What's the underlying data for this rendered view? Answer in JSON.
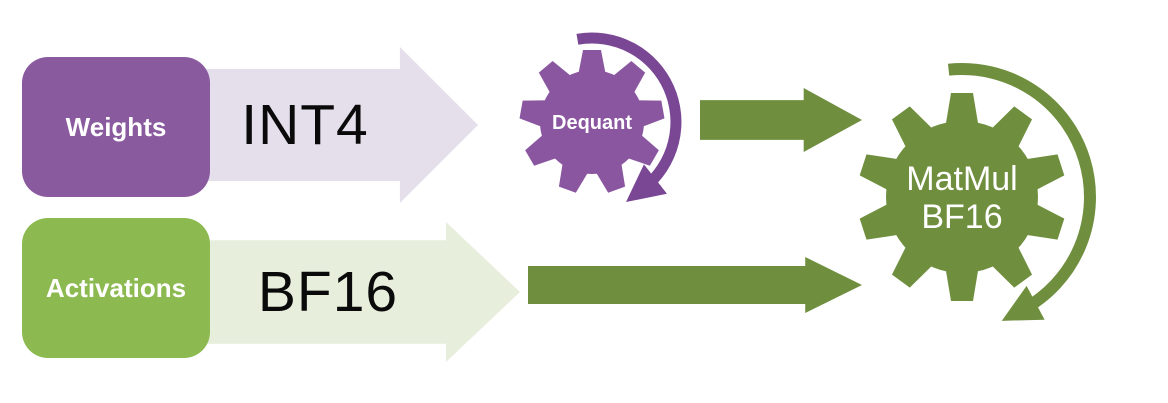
{
  "diagram": {
    "weights": {
      "label": "Weights"
    },
    "int4_arrow": {
      "label": "INT4"
    },
    "dequant": {
      "label": "Dequant"
    },
    "activations": {
      "label": "Activations"
    },
    "bf16_arrow": {
      "label": "BF16"
    },
    "matmul": {
      "label_line1": "MatMul",
      "label_line2": "BF16"
    }
  },
  "colors": {
    "purple": "#8a56a0",
    "purple_arc": "#7a4794",
    "lavender_arrow": "#e5dfec",
    "green": "#8cba50",
    "light_green_arrow": "#e7efdc",
    "dark_green": "#6f8f3f",
    "label_text": "#ffffff",
    "arrow_text": "#0a0a0a"
  }
}
